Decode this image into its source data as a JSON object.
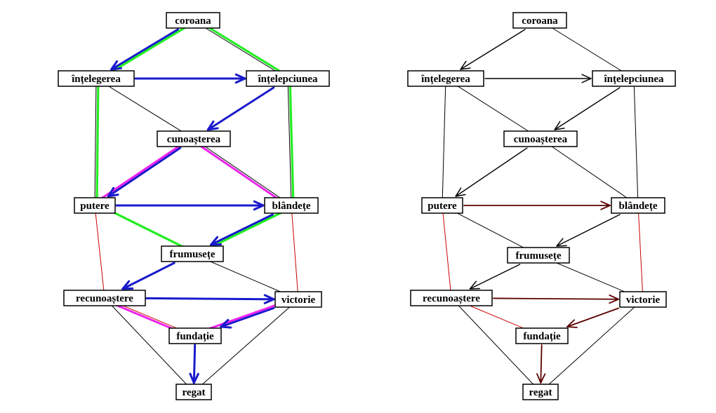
{
  "colors": {
    "thin": "#000000",
    "red": "#cc0000",
    "green": "#22ee22",
    "magenta": "#ee22ee",
    "blue": "#1a1acc",
    "darkred": "#5a0000"
  },
  "nodes": {
    "coroana": "coroana",
    "intelegerea": "înțelegerea",
    "intelepciunea": "înțelepciunea",
    "cunoasterea": "cunoașterea",
    "putere": "putere",
    "blandete": "blândețe",
    "frumusete": "frumusețe",
    "recunoastere": "recunoaștere",
    "victorie": "victorie",
    "fundatie": "fundație",
    "regat": "regat"
  },
  "diagrams": [
    {
      "id": "left",
      "edges": [
        {
          "from": "coroana",
          "to": "intelepciunea",
          "style": "thin"
        },
        {
          "from": "intelegerea",
          "to": "cunoasterea",
          "style": "thin"
        },
        {
          "from": "intelegerea",
          "to": "putere",
          "style": "thin"
        },
        {
          "from": "intelepciunea",
          "to": "blandete",
          "style": "thin"
        },
        {
          "from": "cunoasterea",
          "to": "blandete",
          "style": "thin"
        },
        {
          "from": "frumusete",
          "to": "victorie",
          "style": "thin"
        },
        {
          "from": "recunoastere",
          "to": "regat",
          "style": "thin"
        },
        {
          "from": "victorie",
          "to": "regat",
          "style": "thin"
        },
        {
          "from": "putere",
          "to": "recunoastere",
          "style": "red"
        },
        {
          "from": "blandete",
          "to": "victorie",
          "style": "red"
        },
        {
          "from": "recunoastere",
          "to": "fundatie",
          "style": "red"
        },
        {
          "from": "coroana",
          "to": "intelegerea",
          "style": "green"
        },
        {
          "from": "coroana",
          "to": "intelepciunea",
          "style": "green"
        },
        {
          "from": "intelegerea",
          "to": "putere",
          "style": "green"
        },
        {
          "from": "intelepciunea",
          "to": "blandete",
          "style": "green"
        },
        {
          "from": "putere",
          "to": "frumusete",
          "style": "green"
        },
        {
          "from": "blandete",
          "to": "frumusete",
          "style": "green"
        },
        {
          "from": "cunoasterea",
          "to": "putere",
          "style": "magenta"
        },
        {
          "from": "cunoasterea",
          "to": "blandete",
          "style": "magenta"
        },
        {
          "from": "recunoastere",
          "to": "fundatie",
          "style": "magenta"
        },
        {
          "from": "victorie",
          "to": "fundatie",
          "style": "magenta"
        },
        {
          "from": "coroana",
          "to": "intelegerea",
          "style": "blue",
          "arrow": true
        },
        {
          "from": "intelegerea",
          "to": "intelepciunea",
          "style": "blue",
          "arrow": true
        },
        {
          "from": "intelepciunea",
          "to": "cunoasterea",
          "style": "blue",
          "arrow": true
        },
        {
          "from": "cunoasterea",
          "to": "putere",
          "style": "blue",
          "arrow": true
        },
        {
          "from": "putere",
          "to": "blandete",
          "style": "blue",
          "arrow": true
        },
        {
          "from": "blandete",
          "to": "frumusete",
          "style": "blue",
          "arrow": true
        },
        {
          "from": "frumusete",
          "to": "recunoastere",
          "style": "blue",
          "arrow": true
        },
        {
          "from": "recunoastere",
          "to": "victorie",
          "style": "blue",
          "arrow": true
        },
        {
          "from": "victorie",
          "to": "fundatie",
          "style": "blue",
          "arrow": true
        },
        {
          "from": "fundatie",
          "to": "regat",
          "style": "blue",
          "arrow": true
        }
      ]
    },
    {
      "id": "right",
      "edges": [
        {
          "from": "coroana",
          "to": "intelepciunea",
          "style": "thin"
        },
        {
          "from": "intelegerea",
          "to": "cunoasterea",
          "style": "thin"
        },
        {
          "from": "intelegerea",
          "to": "putere",
          "style": "thin"
        },
        {
          "from": "intelepciunea",
          "to": "blandete",
          "style": "thin"
        },
        {
          "from": "cunoasterea",
          "to": "blandete",
          "style": "thin"
        },
        {
          "from": "putere",
          "to": "frumusete",
          "style": "thin"
        },
        {
          "from": "frumusete",
          "to": "victorie",
          "style": "thin"
        },
        {
          "from": "recunoastere",
          "to": "regat",
          "style": "thin"
        },
        {
          "from": "victorie",
          "to": "regat",
          "style": "thin"
        },
        {
          "from": "putere",
          "to": "recunoastere",
          "style": "red"
        },
        {
          "from": "blandete",
          "to": "victorie",
          "style": "red"
        },
        {
          "from": "recunoastere",
          "to": "fundatie",
          "style": "red"
        },
        {
          "from": "coroana",
          "to": "intelegerea",
          "style": "black",
          "arrow": true
        },
        {
          "from": "intelegerea",
          "to": "intelepciunea",
          "style": "black",
          "arrow": true
        },
        {
          "from": "intelepciunea",
          "to": "cunoasterea",
          "style": "black",
          "arrow": true
        },
        {
          "from": "cunoasterea",
          "to": "putere",
          "style": "black",
          "arrow": true
        },
        {
          "from": "putere",
          "to": "blandete",
          "style": "darkred",
          "arrow": true
        },
        {
          "from": "blandete",
          "to": "frumusete",
          "style": "black",
          "arrow": true
        },
        {
          "from": "frumusete",
          "to": "recunoastere",
          "style": "black",
          "arrow": true
        },
        {
          "from": "recunoastere",
          "to": "victorie",
          "style": "darkred",
          "arrow": true
        },
        {
          "from": "victorie",
          "to": "fundatie",
          "style": "darkred",
          "arrow": true
        },
        {
          "from": "fundatie",
          "to": "regat",
          "style": "darkred",
          "arrow": true
        }
      ]
    }
  ]
}
